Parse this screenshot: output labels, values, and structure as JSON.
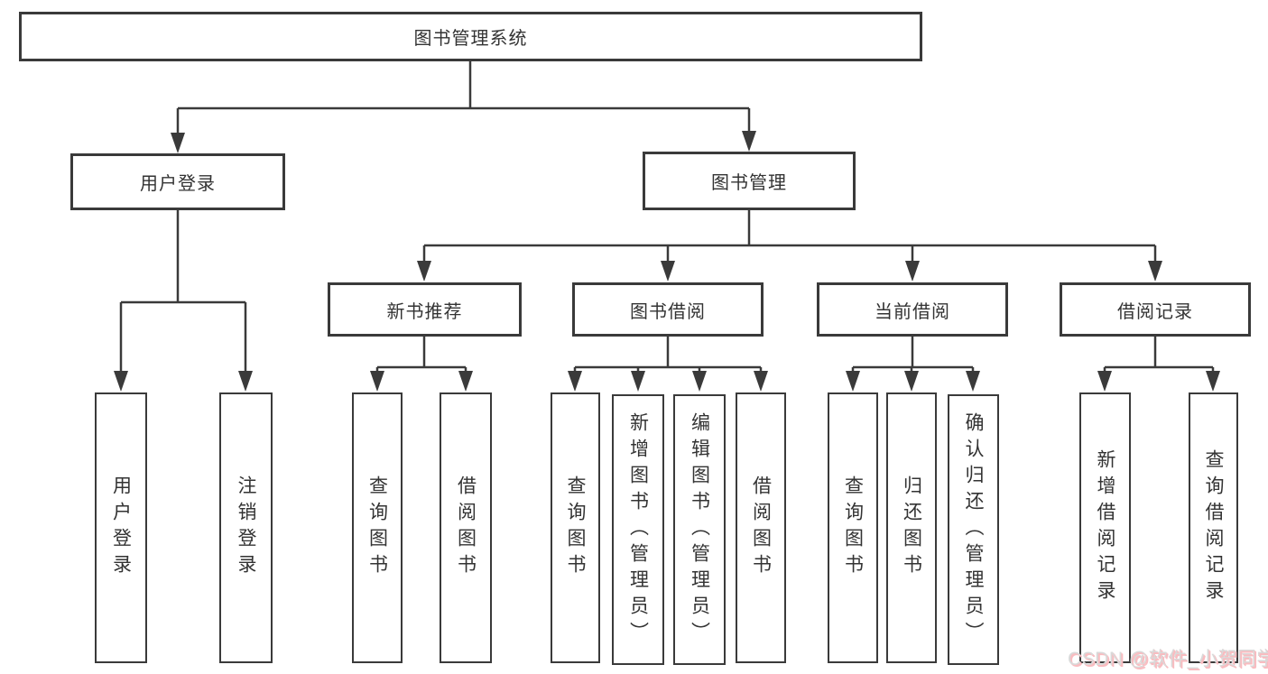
{
  "diagram": {
    "root": "图书管理系统",
    "branches": [
      {
        "label": "用户登录",
        "children": [
          "用户登录",
          "注销登录"
        ]
      },
      {
        "label": "图书管理",
        "groups": [
          {
            "label": "新书推荐",
            "children": [
              "查询图书",
              "借阅图书"
            ]
          },
          {
            "label": "图书借阅",
            "children": [
              "查询图书",
              "新增图书（管理员）",
              "编辑图书（管理员）",
              "借阅图书"
            ]
          },
          {
            "label": "当前借阅",
            "children": [
              "查询图书",
              "归还图书",
              "确认归还（管理员）"
            ]
          },
          {
            "label": "借阅记录",
            "children": [
              "新增借阅记录",
              "查询借阅记录"
            ]
          }
        ]
      }
    ]
  },
  "watermark": {
    "text": "CSDN @软件_小贺同学"
  },
  "colors": {
    "line": "#3a3a3a",
    "box_border": "#3a3a3a",
    "box_background": "#ffffff",
    "text": "#333333",
    "watermark_text": "#d9d9d9",
    "watermark_shadow": "#f9bcc0"
  }
}
